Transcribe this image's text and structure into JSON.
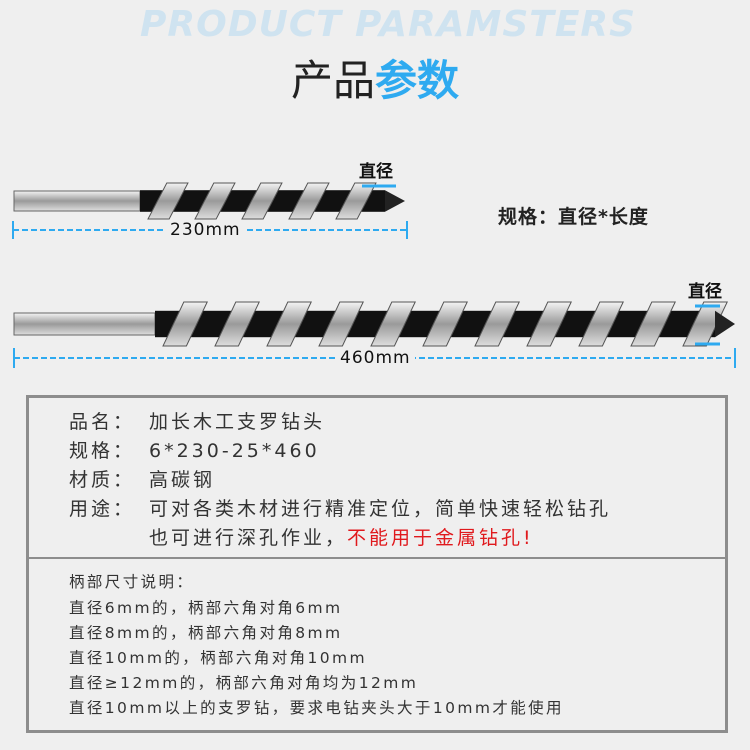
{
  "watermark": {
    "line1": "PRODUCT",
    "line2": "PARAMSTERS"
  },
  "title": {
    "part1": "产品",
    "part2": "参数"
  },
  "drill_short": {
    "diameter_label": "直径",
    "length_label": "230mm"
  },
  "drill_long": {
    "diameter_label": "直径",
    "length_label": "460mm"
  },
  "spec_note": "规格：直径*长度",
  "info": {
    "rows": [
      {
        "key": "品名：",
        "value": "加长木工支罗钻头"
      },
      {
        "key": "规格：",
        "value": "6*230-25*460"
      },
      {
        "key": "材质：",
        "value": "高碳钢"
      },
      {
        "key": "用途：",
        "value": "可对各类木材进行精准定位，简单快速轻松钻孔"
      }
    ],
    "usage_line2": "也可进行深孔作业，",
    "warning": "不能用于金属钻孔!"
  },
  "notes": {
    "title": "柄部尺寸说明：",
    "lines": [
      "直径6mm的，柄部六角对角6mm",
      "直径8mm的，柄部六角对角8mm",
      "直径10mm的，柄部六角对角10mm",
      "直径≥12mm的，柄部六角对角均为12mm",
      "直径10mm以上的支罗钻，要求电钻夹头大于10mm才能使用"
    ]
  },
  "colors": {
    "accent": "#2eaaf0",
    "warning": "#e0191d"
  }
}
